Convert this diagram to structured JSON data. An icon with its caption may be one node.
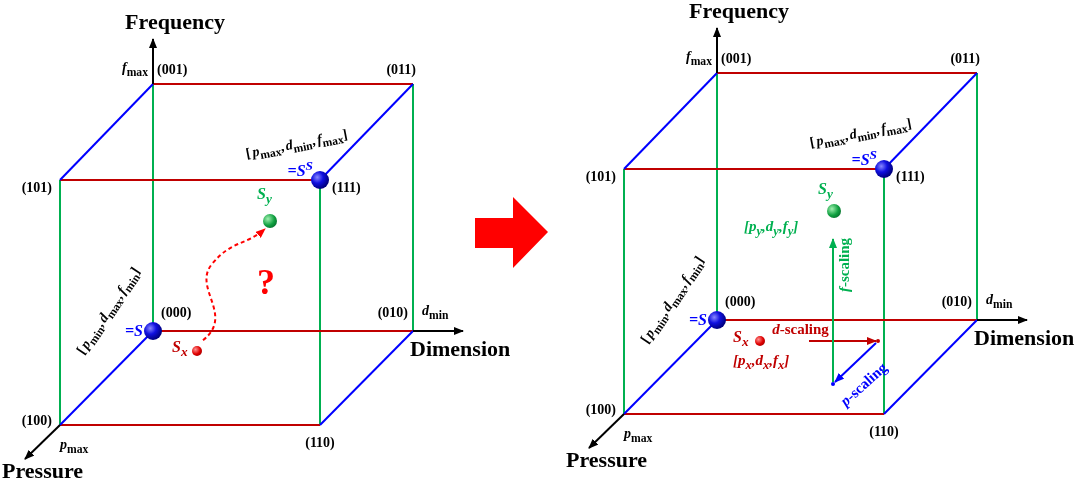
{
  "diagram": {
    "nodes": [
      {
        "text": [
          "S$_{x}$"
        ]
      },
      {
        "text": [
          "S$_{y}$"
        ]
      },
      {
        "text": [
          "S$_{x}$",
          "[p$_{x}$,d$_{x}$,f$_{x}$]"
        ]
      },
      {
        "text": [
          "S$_{y}$",
          "[p$_{y}$,d$_{y}$,f$_{y}$]"
        ]
      },
      {
        "text": [],
        "shape": "point"
      },
      {
        "text": [],
        "shape": "point"
      }
    ],
    "edges": [
      {
        "from": 0,
        "to": 1,
        "arrow": "to",
        "style": "dashed",
        "color": "#ff0000"
      },
      {
        "from": 2,
        "to": 4,
        "arrow": "to",
        "label": "*d*-scaling",
        "color": "#c00000"
      },
      {
        "from": 4,
        "to": 5,
        "arrow": "to",
        "label": "*p*-scaling",
        "color": "#0000ff"
      },
      {
        "from": 5,
        "to": 3,
        "arrow": "to",
        "label": "*f*-scaling",
        "color": "#00b050"
      }
    ],
    "labels": [
      "Frequency",
      "*f*$_{max}$",
      "(001)",
      "(011)",
      "[*p*$_{max}$,*d*$_{min}$,*f*$_{max}$]",
      "=S$^{S}$",
      "(101)",
      "(111)",
      "[*p*$_{min}$,*d*$_{max}$,*f*$_{min}$]",
      "=S",
      "(000)",
      "(010)",
      "*d*$_{min}$",
      "Dimension",
      "(100)",
      "*p*$_{max}$",
      "(110)",
      "Pressure",
      "?",
      "Frequency",
      "*f*$_{max}$",
      "(001)",
      "(011)",
      "[*p*$_{max}$,*d*$_{min}$,*f*$_{max}$]",
      "=S$^{S}$",
      "(101)",
      "(111)",
      "[*p*$_{min}$,*d*$_{max}$,*f*$_{min}$]",
      "=S",
      "(000)",
      "(010)",
      "*d*$_{min}$",
      "Dimension",
      "(100)",
      "*p*$_{max}$",
      "(110)",
      "Pressure"
    ]
  }
}
